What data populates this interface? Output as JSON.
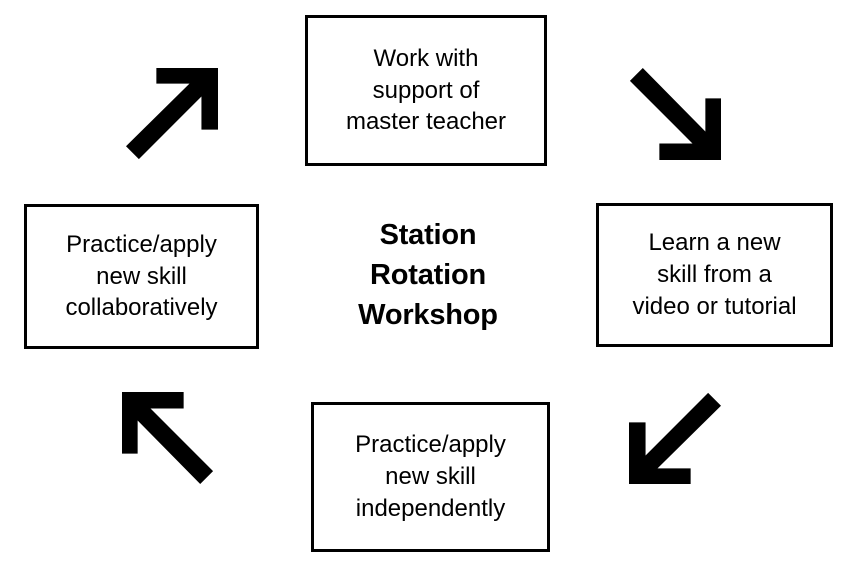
{
  "diagram": {
    "title": "Station Rotation Workshop",
    "center": {
      "label": "Station\nRotation\nWorkshop"
    },
    "nodes": [
      {
        "id": "work-with-master-teacher",
        "position": "top",
        "label": "Work with\nsupport of\nmaster teacher"
      },
      {
        "id": "learn-new-skill",
        "position": "right",
        "label": "Learn a new\nskill from a\nvideo or tutorial"
      },
      {
        "id": "practice-independently",
        "position": "bottom",
        "label": "Practice/apply\nnew skill\nindependently"
      },
      {
        "id": "practice-collaboratively",
        "position": "left",
        "label": "Practice/apply\nnew skill\ncollaboratively"
      }
    ],
    "arrows": [
      {
        "id": "arrow-top-left",
        "icon": "arrow-up-right-icon",
        "direction": "up-right",
        "from": "practice-collaboratively",
        "to": "work-with-master-teacher"
      },
      {
        "id": "arrow-top-right",
        "icon": "arrow-down-right-icon",
        "direction": "down-right",
        "from": "work-with-master-teacher",
        "to": "learn-new-skill"
      },
      {
        "id": "arrow-bottom-right",
        "icon": "arrow-down-left-icon",
        "direction": "down-left",
        "from": "learn-new-skill",
        "to": "practice-independently"
      },
      {
        "id": "arrow-bottom-left",
        "icon": "arrow-up-left-icon",
        "direction": "up-left",
        "from": "practice-independently",
        "to": "practice-collaboratively"
      }
    ],
    "colors": {
      "background": "#ffffff",
      "stroke": "#000000",
      "text": "#000000",
      "arrow_fill": "#000000"
    }
  }
}
